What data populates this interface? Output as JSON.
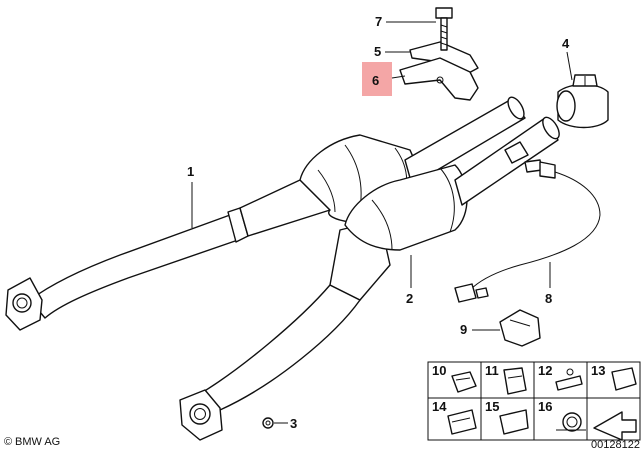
{
  "callouts": [
    "1",
    "2",
    "3",
    "4",
    "5",
    "6",
    "7",
    "8",
    "9",
    "10",
    "11",
    "12",
    "13",
    "14",
    "15",
    "16"
  ],
  "highlight_color": "#f4a6a6",
  "brand": "BMW AG",
  "copyright_symbol": "©",
  "diagram_number": "00128122"
}
